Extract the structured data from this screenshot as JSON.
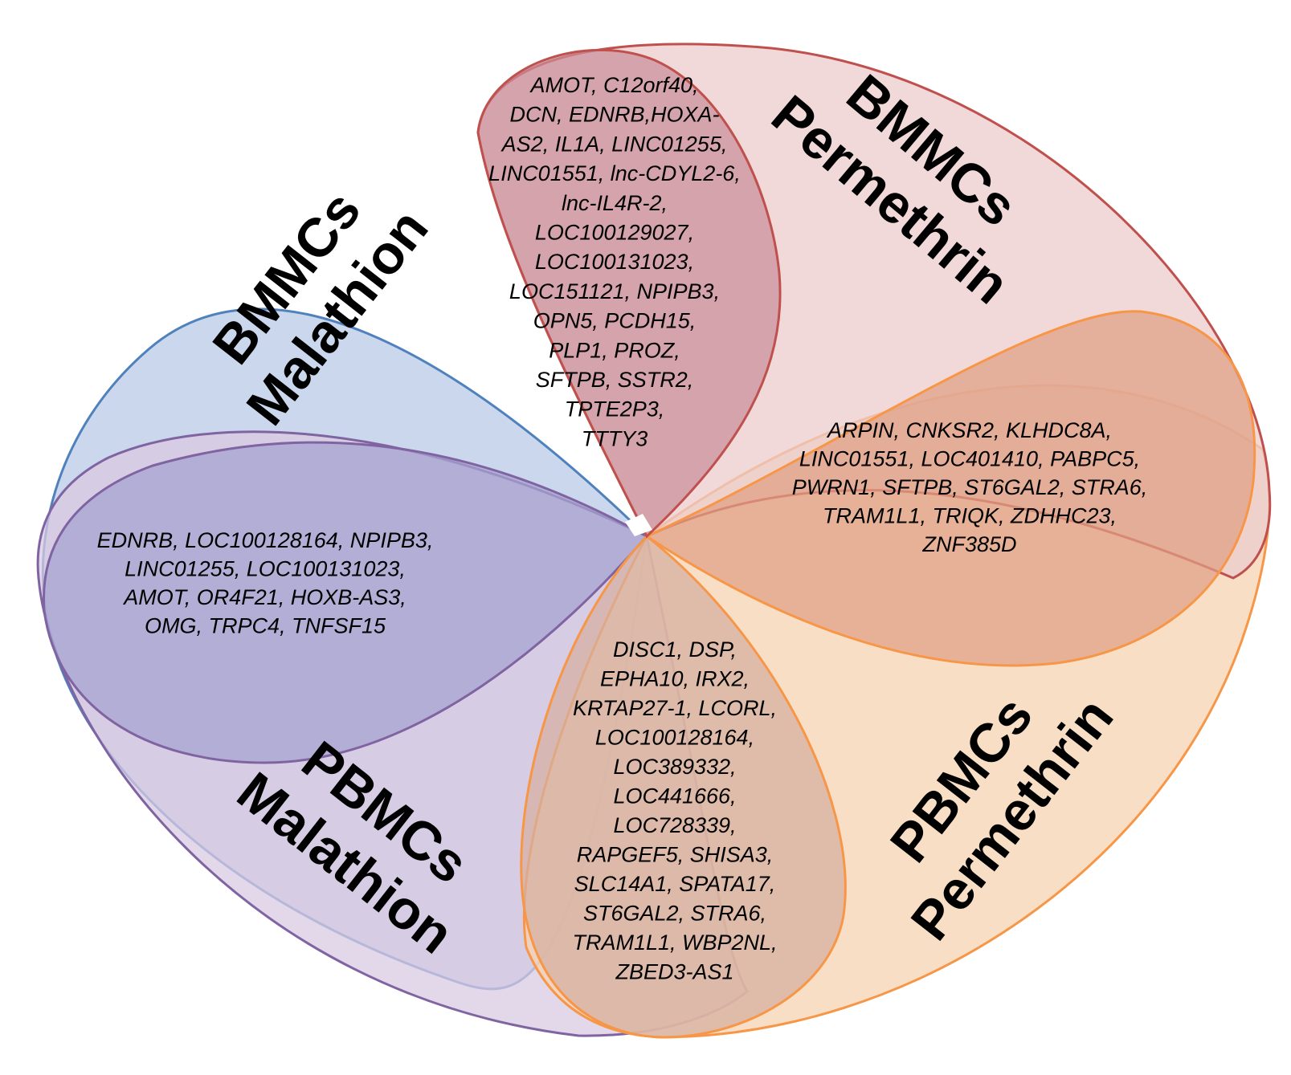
{
  "sets": [
    {
      "id": "bmmc_malathion",
      "label_lines": [
        "BMMCs",
        "Malathion"
      ],
      "fill": "#b9c9e6",
      "stroke": "#4f81bd"
    },
    {
      "id": "bmmc_permethrin",
      "label_lines": [
        "BMMCs",
        "Permethrin"
      ],
      "fill": "#eccccc",
      "stroke": "#c0504d"
    },
    {
      "id": "pbmc_malathion",
      "label_lines": [
        "PBMCs",
        "Malathion"
      ],
      "fill": "#d9c9e3",
      "stroke": "#8064a2"
    },
    {
      "id": "pbmc_permethrin",
      "label_lines": [
        "PBMCs",
        "Permethrin"
      ],
      "fill": "#f6d3b1",
      "stroke": "#f79646"
    }
  ],
  "overlaps": {
    "bmmc": {
      "fill": "#c98d99",
      "stroke_outer": "#c0504d",
      "stroke_inner": "#8ea3cc",
      "genes": [
        "AMOT, C12orf40,",
        "DCN, EDNRB,HOXA-",
        "AS2, IL1A, LINC01255,",
        "LINC01551, lnc-CDYL2-6,",
        "lnc-IL4R-2,",
        "LOC100129027,",
        "LOC100131023,",
        "LOC151121, NPIPB3,",
        "OPN5, PCDH15,",
        "PLP1, PROZ,",
        "SFTPB, SSTR2,",
        "TPTE2P3,",
        "TTTY3"
      ]
    },
    "permethrin": {
      "fill": "#df9f84",
      "stroke_outer": "#f79646",
      "stroke_inner": "#c0504d",
      "genes": [
        "ARPIN, CNKSR2, KLHDC8A,",
        "LINC01551, LOC401410, PABPC5,",
        "PWRN1, SFTPB, ST6GAL2, STRA6,",
        "TRAM1L1, TRIQK, ZDHHC23,",
        "ZNF385D"
      ]
    },
    "malathion": {
      "fill": "#a5a2d0",
      "stroke_outer": "#8064a2",
      "stroke_inner": "#8ea3cc",
      "genes": [
        "EDNRB, LOC100128164, NPIPB3,",
        "LINC01255, LOC100131023,",
        "AMOT, OR4F21, HOXB-AS3,",
        "OMG, TRPC4, TNFSF15"
      ]
    },
    "pbmc": {
      "fill": "#d6ae9f",
      "stroke_outer": "#f79646",
      "stroke_inner": "#a88fb5",
      "genes": [
        "DISC1, DSP,",
        "EPHA10, IRX2,",
        "KRTAP27-1, LCORL,",
        "LOC100128164,",
        "LOC389332,",
        "LOC441666,",
        "LOC728339,",
        "RAPGEF5, SHISA3,",
        "SLC14A1, SPATA17,",
        "ST6GAL2, STRA6,",
        "TRAM1L1, WBP2NL,",
        "ZBED3-AS1"
      ]
    }
  }
}
